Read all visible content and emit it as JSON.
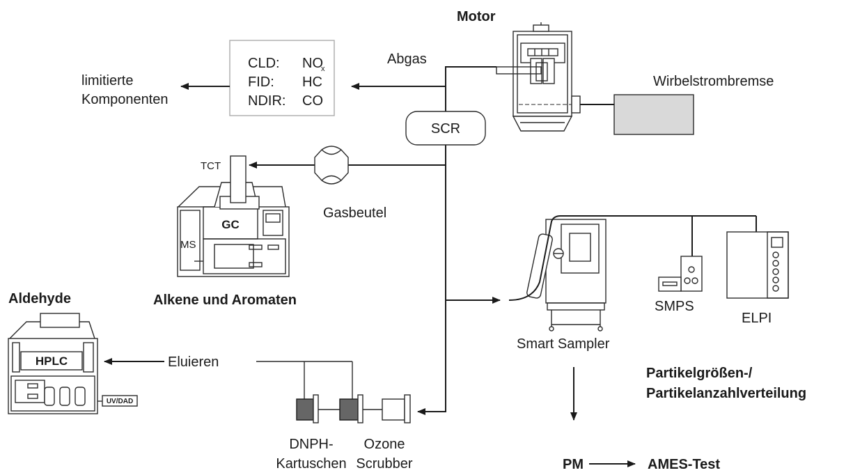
{
  "labels": {
    "motor": "Motor",
    "abgas": "Abgas",
    "wirbelstrombremse": "Wirbelstrombremse",
    "limitierte": "limitierte",
    "komponenten": "Komponenten",
    "cld": "CLD:",
    "nox_main": "NO",
    "nox_sub": "x",
    "fid": "FID:",
    "hc": "HC",
    "ndir": "NDIR:",
    "co": "CO",
    "scr": "SCR",
    "tct": "TCT",
    "gc": "GC",
    "ms": "MS",
    "gasbeutel": "Gasbeutel",
    "alkene": "Alkene und Aromaten",
    "aldehyde": "Aldehyde",
    "hplc": "HPLC",
    "uvdad": "UV/DAD",
    "eluieren": "Eluieren",
    "dnph1": "DNPH-",
    "dnph2": "Kartuschen",
    "ozone1": "Ozone",
    "ozone2": "Scrubber",
    "smart_sampler": "Smart Sampler",
    "smps": "SMPS",
    "elpi": "ELPI",
    "partikel1": "Partikelgrößen-/",
    "partikel2": "Partikelanzahlverteilung",
    "pm": "PM",
    "ames": "AMES-Test"
  }
}
